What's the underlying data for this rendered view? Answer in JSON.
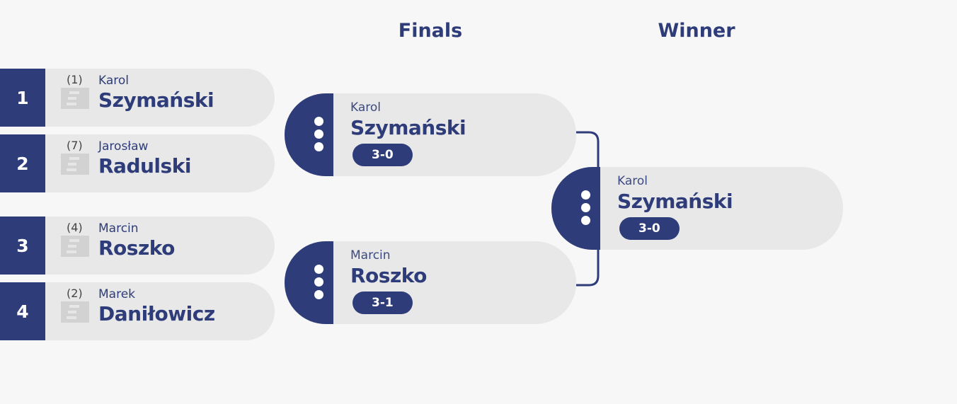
{
  "headers": {
    "finals": "Finals",
    "winner": "Winner"
  },
  "seeds": [
    {
      "slot": "1",
      "rank": "(1)",
      "first": "Karol",
      "last": "Szymański"
    },
    {
      "slot": "2",
      "rank": "(7)",
      "first": "Jarosław",
      "last": "Radulski"
    },
    {
      "slot": "3",
      "rank": "(4)",
      "first": "Marcin",
      "last": "Roszko"
    },
    {
      "slot": "4",
      "rank": "(2)",
      "first": "Marek",
      "last": "Daniłowicz"
    }
  ],
  "finals": [
    {
      "first": "Karol",
      "last": "Szymański",
      "score": "3-0"
    },
    {
      "first": "Marcin",
      "last": "Roszko",
      "score": "3-1"
    }
  ],
  "winner": {
    "first": "Karol",
    "last": "Szymański",
    "score": "3-0"
  },
  "colors": {
    "accent": "#2e3d7a",
    "card": "#e8e8e8",
    "background": "#f7f7f7"
  }
}
